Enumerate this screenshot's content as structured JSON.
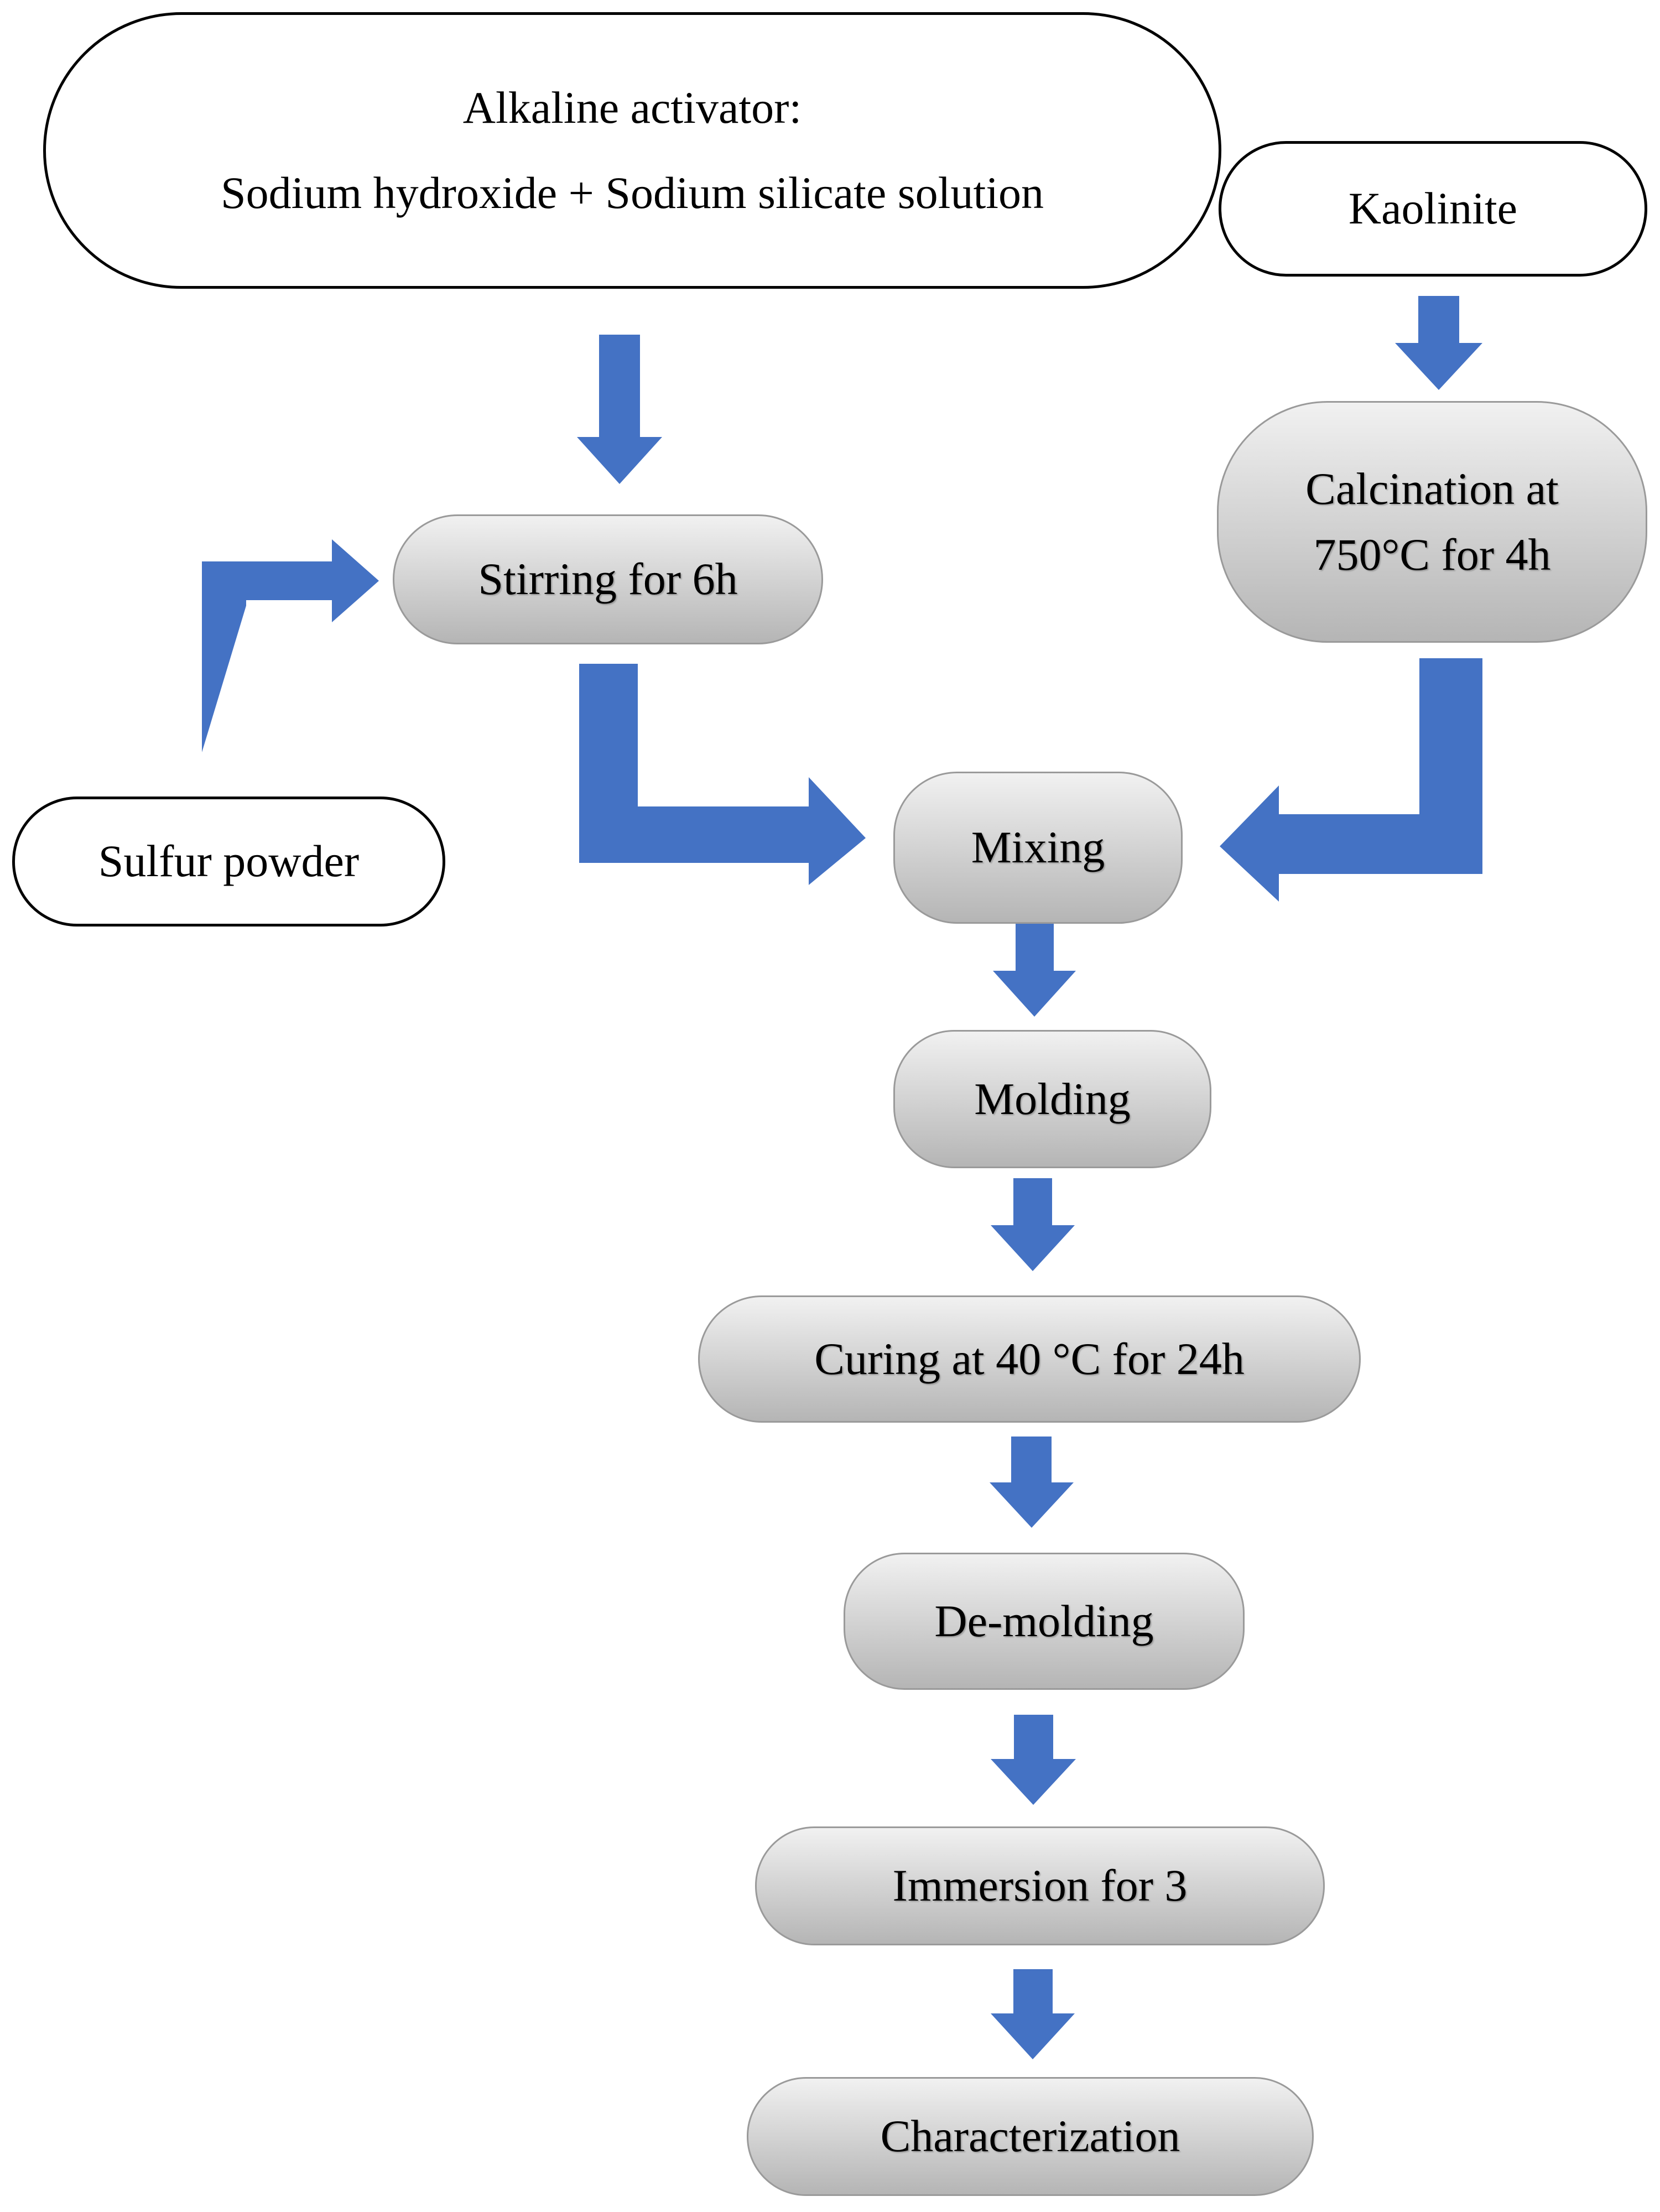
{
  "diagram": {
    "alkaline_activator": {
      "line1": "Alkaline activator:",
      "line2": "Sodium hydroxide + Sodium silicate solution"
    },
    "kaolinite": "Kaolinite",
    "calcination": {
      "line1": "Calcination at",
      "line2": "750°C for 4h"
    },
    "stirring": "Stirring for 6h",
    "sulfur_powder": "Sulfur powder",
    "mixing": "Mixing",
    "molding": "Molding",
    "curing": "Curing at 40 °C for 24h",
    "demolding": "De-molding",
    "immersion": "Immersion for 3",
    "characterization": "Characterization"
  },
  "colors": {
    "arrow": "#4472C4",
    "process_box": "#C8C8C8",
    "input_box": "#FFFFFF"
  }
}
